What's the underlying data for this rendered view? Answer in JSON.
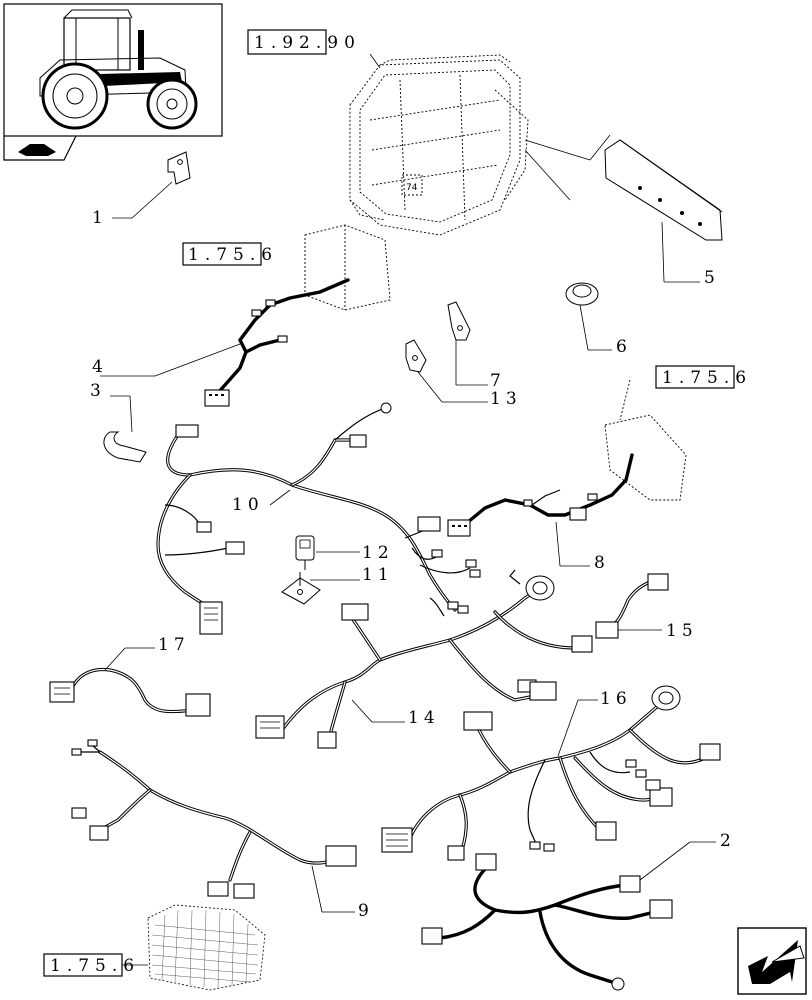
{
  "diagram": {
    "part_labels": {
      "p1": "1",
      "p2": "2",
      "p3": "3",
      "p4": "4",
      "p5": "5",
      "p6": "6",
      "p7": "7",
      "p8": "8",
      "p9": "9",
      "p10": "10",
      "p11": "11",
      "p12": "12",
      "p13": "13",
      "p14": "14",
      "p15": "15",
      "p16": "16",
      "p17": "17"
    },
    "references": {
      "cab": "1.92.90",
      "lamp_top": "1.75.6",
      "lamp_right": "1.75.6",
      "lamp_bottom": "1.75.6"
    },
    "icons": {
      "thumbnail": "tractor-thumbnail",
      "nav": "next-page-arrow-icon"
    }
  }
}
